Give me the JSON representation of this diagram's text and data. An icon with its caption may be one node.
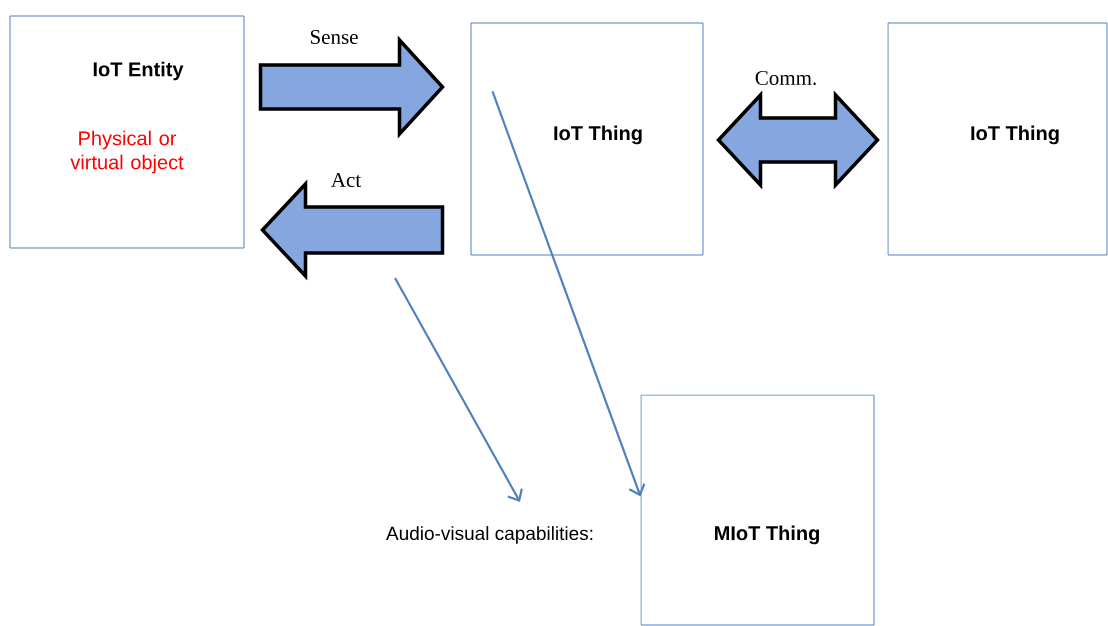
{
  "diagram": {
    "nodes": [
      {
        "text": [
          "IoT Entity",
          "Physical or virtual object"
        ]
      },
      {
        "text": [
          "IoT Thing"
        ]
      },
      {
        "text": [
          "IoT Thing"
        ]
      },
      {
        "text": [
          "MIoT Thing"
        ]
      },
      {
        "text": [
          "Audio-visual capabilities:"
        ]
      }
    ],
    "edges": [
      {
        "from": 0,
        "to": 1,
        "arrow": "to",
        "label": "Sense",
        "style": "thick"
      },
      {
        "from": 1,
        "to": 0,
        "arrow": "to",
        "label": "Act",
        "style": "thick"
      },
      {
        "from": 1,
        "to": 2,
        "arrow": "both",
        "label": "Comm.",
        "style": "thick"
      },
      {
        "from": 1,
        "to": 3,
        "arrow": "to"
      },
      {
        "from": null,
        "to": 4,
        "arrow": "to"
      }
    ]
  }
}
